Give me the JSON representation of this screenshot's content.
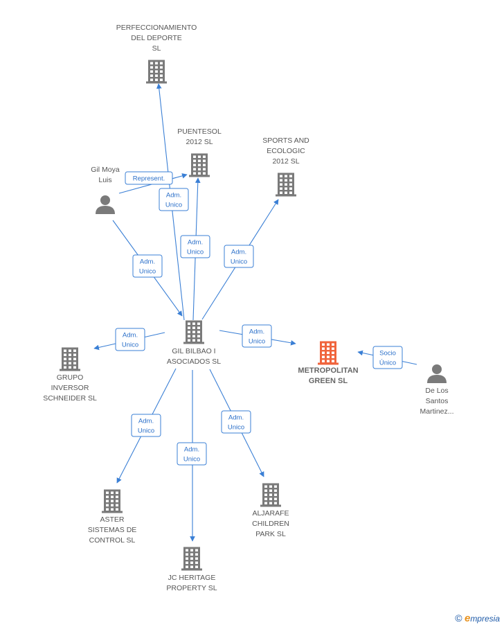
{
  "colors": {
    "building": "#7a7a7a",
    "focus_building": "#f0643c",
    "person": "#7a7a7a",
    "edge": "#3a7fd5"
  },
  "nodes": [
    {
      "id": "perfeccionamiento",
      "type": "company",
      "lines": [
        "PERFECCIONAMIENTO",
        "DEL DEPORTE",
        "SL"
      ]
    },
    {
      "id": "puentesol",
      "type": "company",
      "lines": [
        "PUENTESOL",
        "2012 SL"
      ]
    },
    {
      "id": "sports",
      "type": "company",
      "lines": [
        "SPORTS AND",
        "ECOLOGIC",
        "2012 SL"
      ]
    },
    {
      "id": "gilmoya",
      "type": "person",
      "lines": [
        "Gil Moya",
        "Luis"
      ]
    },
    {
      "id": "gilbilbao",
      "type": "company",
      "lines": [
        "GIL BILBAO I",
        "ASOCIADOS SL"
      ]
    },
    {
      "id": "grupo",
      "type": "company",
      "lines": [
        "GRUPO",
        "INVERSOR",
        "SCHNEIDER SL"
      ]
    },
    {
      "id": "metropolitan",
      "type": "focus",
      "lines": [
        "METROPOLITAN",
        "GREEN SL"
      ]
    },
    {
      "id": "delossantos",
      "type": "person",
      "lines": [
        "De Los",
        "Santos",
        "Martinez..."
      ]
    },
    {
      "id": "aster",
      "type": "company",
      "lines": [
        "ASTER",
        "SISTEMAS DE",
        "CONTROL SL"
      ]
    },
    {
      "id": "jcheritage",
      "type": "company",
      "lines": [
        "JC HERITAGE",
        "PROPERTY SL"
      ]
    },
    {
      "id": "aljarafe",
      "type": "company",
      "lines": [
        "ALJARAFE",
        "CHILDREN",
        "PARK SL"
      ]
    }
  ],
  "edges": [
    {
      "from": "gilmoya",
      "to": "puentesol",
      "lines": [
        "Represent."
      ]
    },
    {
      "from": "gilbilbao",
      "to": "perfeccionamiento",
      "lines": [
        "Adm.",
        "Unico"
      ]
    },
    {
      "from": "gilbilbao",
      "to": "puentesol",
      "lines": [
        "Adm.",
        "Unico"
      ]
    },
    {
      "from": "gilbilbao",
      "to": "sports",
      "lines": [
        "Adm.",
        "Unico"
      ]
    },
    {
      "from": "gilmoya",
      "to": "gilbilbao",
      "lines": [
        "Adm.",
        "Unico"
      ]
    },
    {
      "from": "gilbilbao",
      "to": "grupo",
      "lines": [
        "Adm.",
        "Unico"
      ]
    },
    {
      "from": "gilbilbao",
      "to": "metropolitan",
      "lines": [
        "Adm.",
        "Unico"
      ]
    },
    {
      "from": "delossantos",
      "to": "metropolitan",
      "lines": [
        "Socio",
        "Único"
      ]
    },
    {
      "from": "gilbilbao",
      "to": "aster",
      "lines": [
        "Adm.",
        "Unico"
      ]
    },
    {
      "from": "gilbilbao",
      "to": "jcheritage",
      "lines": [
        "Adm.",
        "Unico"
      ]
    },
    {
      "from": "gilbilbao",
      "to": "aljarafe",
      "lines": [
        "Adm.",
        "Unico"
      ]
    }
  ],
  "watermark": {
    "copyright": "©",
    "brand_initial": "e",
    "brand_rest": "mpresia"
  }
}
